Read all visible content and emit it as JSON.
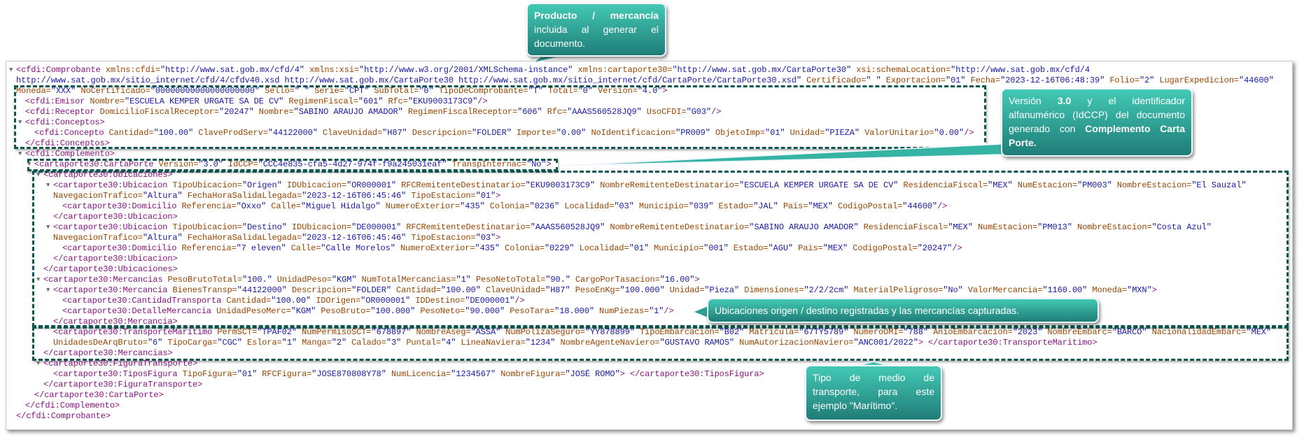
{
  "colors": {
    "tag": "#881280",
    "attr": "#994500",
    "value": "#1a1aa6",
    "highlight_border": "#0e5650",
    "callout_top": "#43c9b5",
    "callout_bottom": "#1f7d77"
  },
  "xml_lines": [
    {
      "level": 0,
      "toggle": true,
      "text": "<cfdi:Comprobante xmlns:cfdi=\"http://www.sat.gob.mx/cfd/4\" xmlns:xsi=\"http://www.w3.org/2001/XMLSchema-instance\" xmlns:cartaporte30=\"http://www.sat.gob.mx/CartaPorte30\" xsi:schemaLocation=\"http://www.sat.gob.mx/cfd/4"
    },
    {
      "level": 0,
      "toggle": false,
      "text": "http://www.sat.gob.mx/sitio_internet/cfd/4/cfdv40.xsd http://www.sat.gob.mx/CartaPorte30 http://www.sat.gob.mx/sitio_internet/cfd/CartaPorte/CartaPorte30.xsd\" Certificado=\" \" Exportacion=\"01\" Fecha=\"2023-12-16T06:48:39\" Folio=\"2\" LugarExpedicion=\"44600\""
    },
    {
      "level": 0,
      "toggle": false,
      "text": "Moneda=\"XXX\" NoCertificado=\"00000000000000000000\" Sello=\" \" Serie=\"CPT\" SubTotal=\"0\" TipoDeComprobante=\"T\" Total=\"0\" Version=\"4.0\">"
    },
    {
      "level": 1,
      "toggle": false,
      "text": "<cfdi:Emisor Nombre=\"ESCUELA KEMPER URGATE SA DE CV\" RegimenFiscal=\"601\" Rfc=\"EKU9003173C9\"/>"
    },
    {
      "level": 1,
      "toggle": false,
      "text": "<cfdi:Receptor DomicilioFiscalReceptor=\"20247\" Nombre=\"SABINO ARAUJO AMADOR\" RegimenFiscalReceptor=\"606\" Rfc=\"AAAS560528JQ9\" UsoCFDI=\"G03\"/>"
    },
    {
      "level": 1,
      "toggle": true,
      "text": "<cfdi:Conceptos>"
    },
    {
      "level": 2,
      "toggle": false,
      "text": "<cfdi:Concepto Cantidad=\"100.00\" ClaveProdServ=\"44122000\" ClaveUnidad=\"H87\" Descripcion=\"FOLDER\" Importe=\"0.00\" NoIdentificacion=\"PR009\" ObjetoImp=\"01\" Unidad=\"PIEZA\" ValorUnitario=\"0.00\"/>"
    },
    {
      "level": 1,
      "toggle": false,
      "text": "</cfdi:Conceptos>"
    },
    {
      "level": 1,
      "toggle": true,
      "text": "<cfdi:Complemento>"
    },
    {
      "level": 2,
      "toggle": true,
      "text": "<cartaporte30:CartaPorte Version=\"3.0\" IdCCP=\"CCC4e835-cfa5-4d27-974f-f9a245031eaf\" TranspInternac=\"No\">"
    },
    {
      "level": 3,
      "toggle": true,
      "text": "<cartaporte30:Ubicaciones>"
    },
    {
      "level": 4,
      "toggle": true,
      "text": "<cartaporte30:Ubicacion TipoUbicacion=\"Origen\" IDUbicacion=\"OR000001\" RFCRemitenteDestinatario=\"EKU9003173C9\" NombreRemitenteDestinatario=\"ESCUELA KEMPER URGATE SA DE CV\" ResidenciaFiscal=\"MEX\" NumEstacion=\"PM003\" NombreEstacion=\"El Sauzal\""
    },
    {
      "level": 4,
      "toggle": false,
      "text": "NavegacionTrafico=\"Altura\" FechaHoraSalidaLlegada=\"2023-12-16T06:45:46\" TipoEstacion=\"01\">"
    },
    {
      "level": 5,
      "toggle": false,
      "text": "<cartaporte30:Domicilio Referencia=\"Oxxo\" Calle=\"Miguel Hidalgo\" NumeroExterior=\"435\" Colonia=\"0236\" Localidad=\"03\" Municipio=\"039\" Estado=\"JAL\" Pais=\"MEX\" CodigoPostal=\"44600\"/>"
    },
    {
      "level": 4,
      "toggle": false,
      "text": "</cartaporte30:Ubicacion>"
    },
    {
      "level": 4,
      "toggle": true,
      "text": "<cartaporte30:Ubicacion TipoUbicacion=\"Destino\" IDUbicacion=\"DE000001\" RFCRemitenteDestinatario=\"AAAS560528JQ9\" NombreRemitenteDestinatario=\"SABINO ARAUJO AMADOR\" ResidenciaFiscal=\"MEX\" NumEstacion=\"PM013\" NombreEstacion=\"Costa Azul\""
    },
    {
      "level": 4,
      "toggle": false,
      "text": "NavegacionTrafico=\"Altura\" FechaHoraSalidaLlegada=\"2023-12-16T06:45:46\" TipoEstacion=\"03\">"
    },
    {
      "level": 5,
      "toggle": false,
      "text": "<cartaporte30:Domicilio Referencia=\"7 eleven\" Calle=\"Calle Morelos\" NumeroExterior=\"435\" Colonia=\"0229\" Localidad=\"01\" Municipio=\"001\" Estado=\"AGU\" Pais=\"MEX\" CodigoPostal=\"20247\"/>"
    },
    {
      "level": 4,
      "toggle": false,
      "text": "</cartaporte30:Ubicacion>"
    },
    {
      "level": 3,
      "toggle": false,
      "text": "</cartaporte30:Ubicaciones>"
    },
    {
      "level": 3,
      "toggle": true,
      "text": "<cartaporte30:Mercancias PesoBrutoTotal=\"100.\" UnidadPeso=\"KGM\" NumTotalMercancias=\"1\" PesoNetoTotal=\"90.\" CargoPorTasacion=\"16.00\">"
    },
    {
      "level": 4,
      "toggle": true,
      "text": "<cartaporte30:Mercancia BienesTransp=\"44122000\" Descripcion=\"FOLDER\" Cantidad=\"100.00\" ClaveUnidad=\"H87\" PesoEnKg=\"100.000\" Unidad=\"Pieza\" Dimensiones=\"2/2/2cm\" MaterialPeligroso=\"No\" ValorMercancia=\"1160.00\" Moneda=\"MXN\">"
    },
    {
      "level": 5,
      "toggle": false,
      "text": "<cartaporte30:CantidadTransporta Cantidad=\"100.00\" IDOrigen=\"OR000001\" IDDestino=\"DE000001\"/>"
    },
    {
      "level": 5,
      "toggle": false,
      "text": "<cartaporte30:DetalleMercancia UnidadPesoMerc=\"KGM\" PesoBruto=\"100.000\" PesoNeto=\"90.000\" PesoTara=\"18.000\" NumPiezas=\"1\"/>"
    },
    {
      "level": 4,
      "toggle": false,
      "text": "</cartaporte30:Mercancia>"
    },
    {
      "level": 4,
      "toggle": false,
      "text": "<cartaporte30:TransporteMaritimo PermSCT=\"TPAF02\" NumPermisoSCT=\"678897\" NombreAseg=\"ASSA\" NumPolizaSeguro=\"YY878899\" TipoEmbarcacion=\"B02\" Matricula=\"67TY5789\" NumeroOMI=\"788\" AnioEmbarcacion=\"2023\" NombreEmbarc=\"BARCO\" NacionalidadEmbarc=\"MEX\""
    },
    {
      "level": 4,
      "toggle": false,
      "text": "UnidadesDeArqBruto=\"6\" TipoCarga=\"CGC\" Eslora=\"1\" Manga=\"2\" Calado=\"3\" Puntal=\"4\" LineaNaviera=\"1234\" NombreAgenteNaviero=\"GUSTAVO RAMOS\" NumAutorizacionNaviero=\"ANC001/2022\"> </cartaporte30:TransporteMaritimo>"
    },
    {
      "level": 3,
      "toggle": false,
      "text": "</cartaporte30:Mercancias>"
    },
    {
      "level": 3,
      "toggle": true,
      "text": "<cartaporte30:FiguraTransporte>"
    },
    {
      "level": 4,
      "toggle": false,
      "text": "<cartaporte30:TiposFigura TipoFigura=\"01\" RFCFigura=\"JOSE870808Y78\" NumLicencia=\"1234567\" NombreFigura=\"JOSÉ ROMO\"> </cartaporte30:TiposFigura>"
    },
    {
      "level": 3,
      "toggle": false,
      "text": "</cartaporte30:FiguraTransporte>"
    },
    {
      "level": 2,
      "toggle": false,
      "text": "</cartaporte30:CartaPorte>"
    },
    {
      "level": 1,
      "toggle": false,
      "text": "</cfdi:Complemento>"
    },
    {
      "level": 0,
      "toggle": false,
      "text": "</cfdi:Comprobante>"
    }
  ],
  "toggle_glyph": "▼",
  "callouts": [
    {
      "id": "producto",
      "segments": [
        {
          "b": true,
          "t": "Producto / mercancía"
        },
        {
          "b": false,
          "t": " incluida al generar el documento."
        }
      ]
    },
    {
      "id": "version",
      "segments": [
        {
          "b": false,
          "t": "Versión "
        },
        {
          "b": true,
          "t": "3.0"
        },
        {
          "b": false,
          "t": " y el identificador alfanumérico (IdCCP) del documento generado con "
        },
        {
          "b": true,
          "t": "Complemento Carta Porte."
        }
      ]
    },
    {
      "id": "ubicaciones",
      "segments": [
        {
          "b": false,
          "t": "Ubicaciones origen / destino registradas y las mercancías capturadas."
        }
      ]
    },
    {
      "id": "transporte",
      "segments": [
        {
          "b": false,
          "t": "Tipo de medio de transporte, para este ejemplo \"Marítimo\"."
        }
      ]
    }
  ]
}
